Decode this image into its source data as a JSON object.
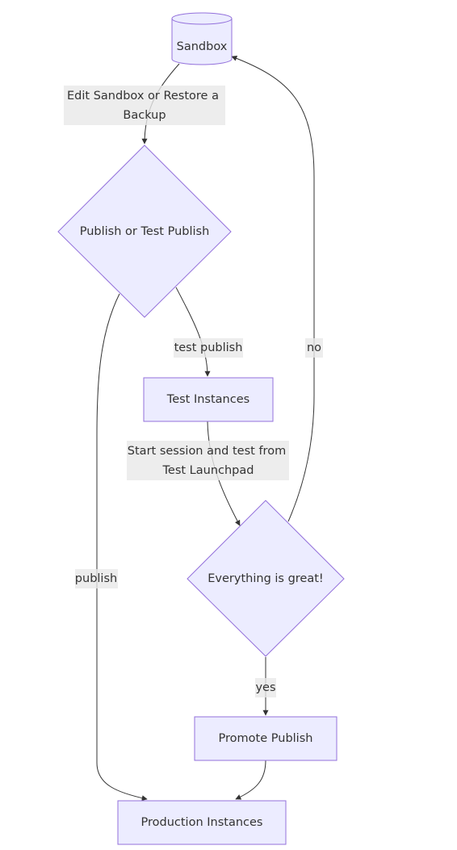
{
  "nodes": {
    "sandbox": "Sandbox",
    "publish_decision": "Publish or Test Publish",
    "test_instances": "Test Instances",
    "everything_great": "Everything is great!",
    "promote_publish": "Promote Publish",
    "production_instances": "Production Instances"
  },
  "edges": {
    "edit_restore_line1": "Edit Sandbox or Restore a",
    "edit_restore_line2": "Backup",
    "test_publish": "test publish",
    "start_session_line1": "Start session and test from",
    "start_session_line2": "Test Launchpad",
    "no": "no",
    "publish": "publish",
    "yes": "yes"
  },
  "colors": {
    "node_fill": "#ececff",
    "node_stroke": "#9370db",
    "edge": "#333333",
    "label_bg": "#e8e8e8"
  }
}
